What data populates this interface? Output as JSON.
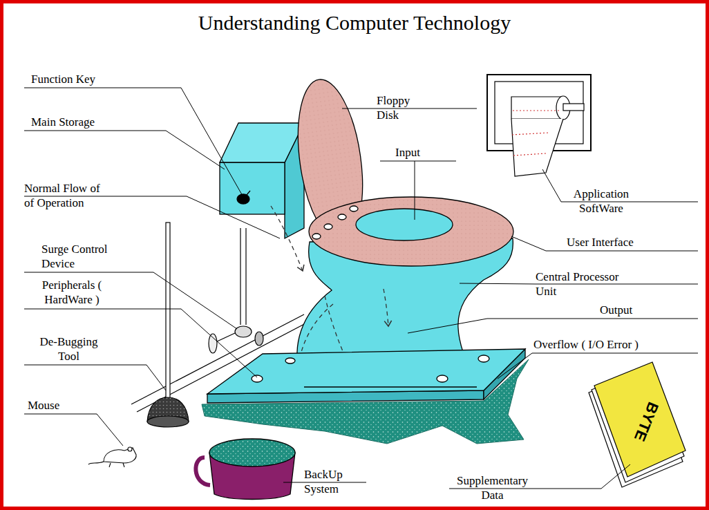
{
  "diagram": {
    "title": "Understanding Computer Technology",
    "labels": [
      "Function Key",
      "Main Storage",
      "Normal Flow of of Operation",
      "Surge Control Device",
      "Peripherals ( HardWare )",
      "De-Bugging Tool",
      "Mouse",
      "Floppy Disk",
      "Input",
      "Application SoftWare",
      "User Interface",
      "Central Processor Unit",
      "Output",
      "Overflow ( I/O Error )",
      "Supplementary Data",
      "BackUp System",
      "BYTE"
    ]
  }
}
